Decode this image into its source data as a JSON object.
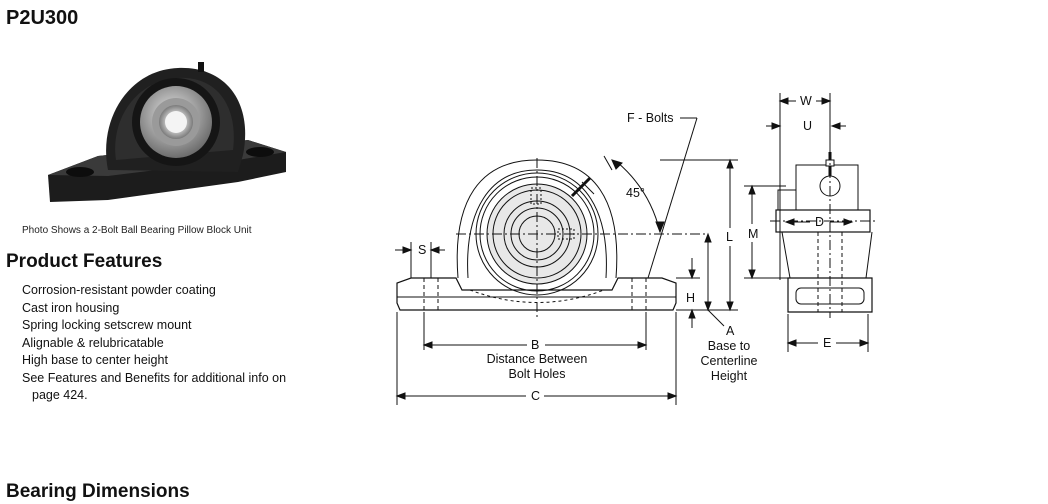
{
  "page": {
    "title": "P2U300",
    "photo_caption": "Photo Shows a 2-Bolt Ball Bearing Pillow Block Unit"
  },
  "features": {
    "heading": "Product Features",
    "items": [
      "Corrosion-resistant powder coating",
      "Cast iron housing",
      "Spring locking setscrew mount",
      "Alignable & relubricatable",
      "High base to center height",
      "See Features and Benefits for additional info on"
    ],
    "items_continued": "page 424."
  },
  "drawing": {
    "labels": {
      "f_bolts": "F - Bolts",
      "angle": "45°",
      "s": "S",
      "b": "B",
      "b_desc_1": "Distance Between",
      "b_desc_2": "Bolt Holes",
      "c": "C",
      "h": "H",
      "l": "L",
      "a": "A",
      "a_desc_1": "Base to",
      "a_desc_2": "Centerline",
      "a_desc_3": "Height",
      "w": "W",
      "u": "U",
      "m": "M",
      "d": "D",
      "e": "E"
    }
  },
  "dimensions": {
    "heading": "Bearing Dimensions"
  }
}
